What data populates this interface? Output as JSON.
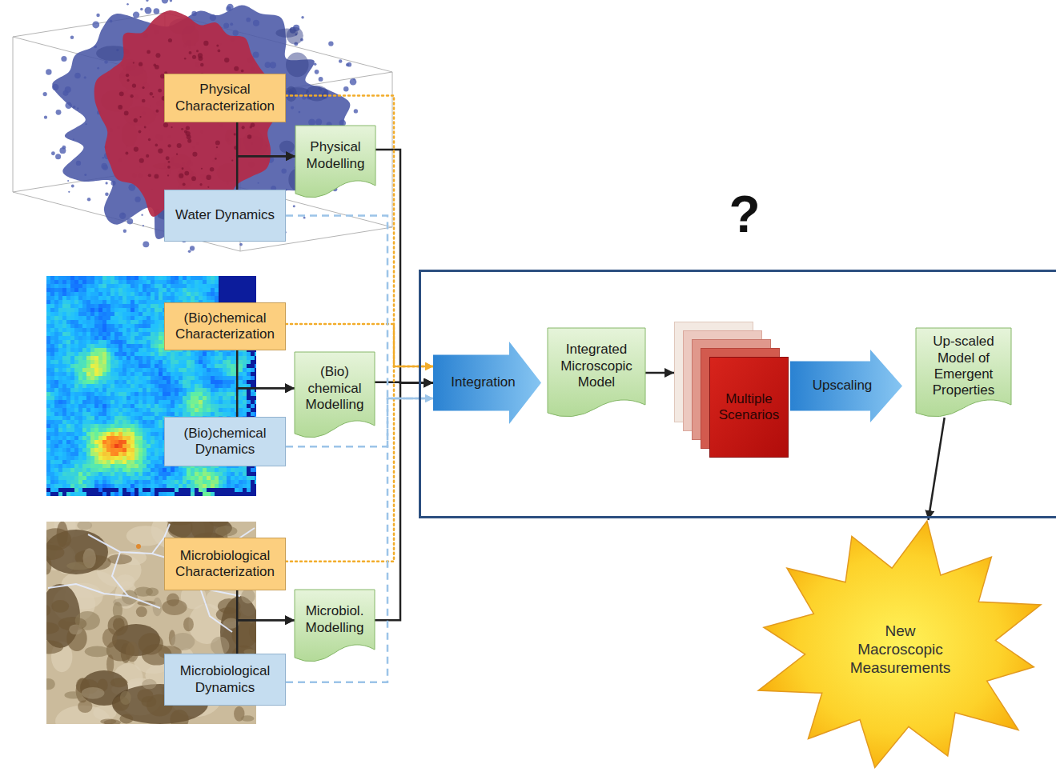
{
  "diagram": {
    "nodes": [
      {
        "text": [
          "Physical Characterization"
        ]
      },
      {
        "text": [
          "Physical Modelling"
        ]
      },
      {
        "text": [
          "Water Dynamics"
        ]
      },
      {
        "text": [
          "(Bio)chemical Characterization"
        ]
      },
      {
        "text": [
          "(Bio) chemical Modelling"
        ]
      },
      {
        "text": [
          "(Bio)chemical Dynamics"
        ]
      },
      {
        "text": [
          "Microbiological Characterization"
        ]
      },
      {
        "text": [
          "Microbiol. Modelling"
        ]
      },
      {
        "text": [
          "Microbiological Dynamics"
        ]
      },
      {
        "text": [
          "?"
        ]
      },
      {
        "text": [
          "Integration"
        ],
        "in": 9
      },
      {
        "text": [
          "Integrated Microscopic Model"
        ],
        "in": 9
      },
      {
        "text": [
          "Multiple Scenarios"
        ],
        "in": 9
      },
      {
        "text": [
          "Upscaling"
        ],
        "in": 9
      },
      {
        "text": [
          "Up-scaled Model of Emergent Properties"
        ],
        "in": 9
      },
      {
        "text": [
          "New Macroscopic Measurements"
        ]
      }
    ],
    "edges": [
      {
        "from": 0,
        "to": 1,
        "arrow": "to"
      },
      {
        "from": 2,
        "to": 1,
        "arrow": "to"
      },
      {
        "from": 3,
        "to": 4,
        "arrow": "to"
      },
      {
        "from": 5,
        "to": 4,
        "arrow": "to"
      },
      {
        "from": 6,
        "to": 7,
        "arrow": "to"
      },
      {
        "from": 8,
        "to": 7,
        "arrow": "to"
      },
      {
        "from": 1,
        "to": 10,
        "arrow": "to"
      },
      {
        "from": 4,
        "to": 10,
        "arrow": "to"
      },
      {
        "from": 7,
        "to": 10,
        "arrow": "to"
      },
      {
        "from": 0,
        "to": 10,
        "arrow": "to"
      },
      {
        "from": 3,
        "to": 10,
        "arrow": "to"
      },
      {
        "from": 6,
        "to": 10,
        "arrow": "to"
      },
      {
        "from": 2,
        "to": 10,
        "arrow": "to"
      },
      {
        "from": 5,
        "to": 10,
        "arrow": "to"
      },
      {
        "from": 8,
        "to": 10,
        "arrow": "to"
      },
      {
        "from": 11,
        "to": 12,
        "arrow": "to"
      },
      {
        "from": 14,
        "to": 15,
        "arrow": "to"
      }
    ]
  }
}
